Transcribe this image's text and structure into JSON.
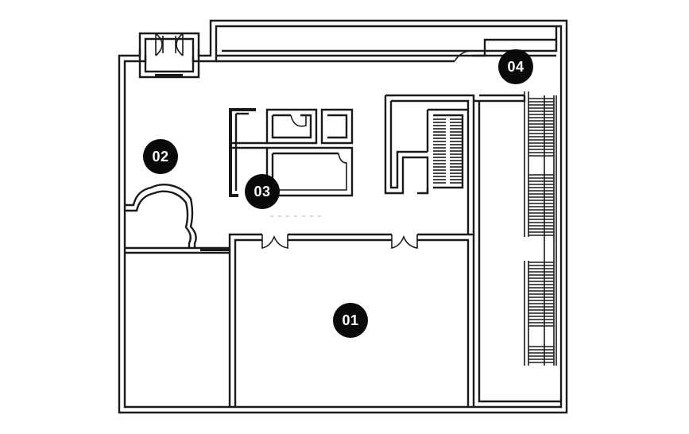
{
  "plan": {
    "line_color": "#1a1a1a",
    "badge_color": "#0a0a0a",
    "badge_text_color": "#ffffff",
    "markers": [
      {
        "id": "01",
        "label": "01"
      },
      {
        "id": "02",
        "label": "02"
      },
      {
        "id": "03",
        "label": "03"
      },
      {
        "id": "04",
        "label": "04"
      }
    ]
  }
}
